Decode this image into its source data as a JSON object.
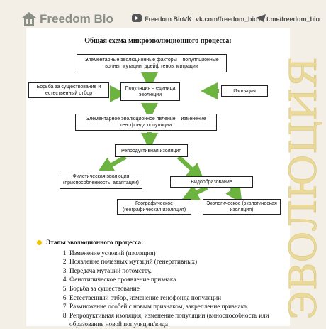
{
  "header": {
    "brand": "Freedom Bio",
    "youtube": "Freedom Bio",
    "vk": "vk.com/freedom_bio",
    "telegram": "t.me/freedom_bio"
  },
  "diagram": {
    "title": "Общая схема микроэволюционного процесса:",
    "factors": "Элементарные эволюционные факторы – популяционные волны, мутации, дрейф генов, миграции",
    "selection": "Борьба за существование и естественный отбор",
    "population": "Популяция – единица эволюции",
    "isolation": "Изоляция",
    "phenomenon": "Элементарное эволюционное явление – изменение генофонда популяции",
    "repro": "Репродуктивная изоляция",
    "phyletic": "Филетическая эволюция (приспособленность, адаптации)",
    "speciation": "Видообразование",
    "geo": "Географическое (географическая изоляция)",
    "eco": "Экологическое (экологическая изоляция)"
  },
  "stages": {
    "heading": "Этапы эволюционного процесса:",
    "items": [
      "Изменение условий (изоляция)",
      "Появление полезных мутаций (генеративных)",
      "Передача мутаций потомству.",
      "Фенотипическое проявление признака",
      "Борьба за существование",
      "Естественный отбор, изменение генофонда популяции",
      "Размножение особей с новым признаком, закрепление признака.",
      "Репродуктивная изоляция, изменение популяции (виноспособность или образование новой популяции/вида"
    ]
  },
  "side_word": "ЭВОЛЮЦИЯ",
  "colors": {
    "arrow": "#6db33f",
    "accent": "#f2c400",
    "background": "#f3eee6",
    "side_word": "#e9d99a"
  }
}
